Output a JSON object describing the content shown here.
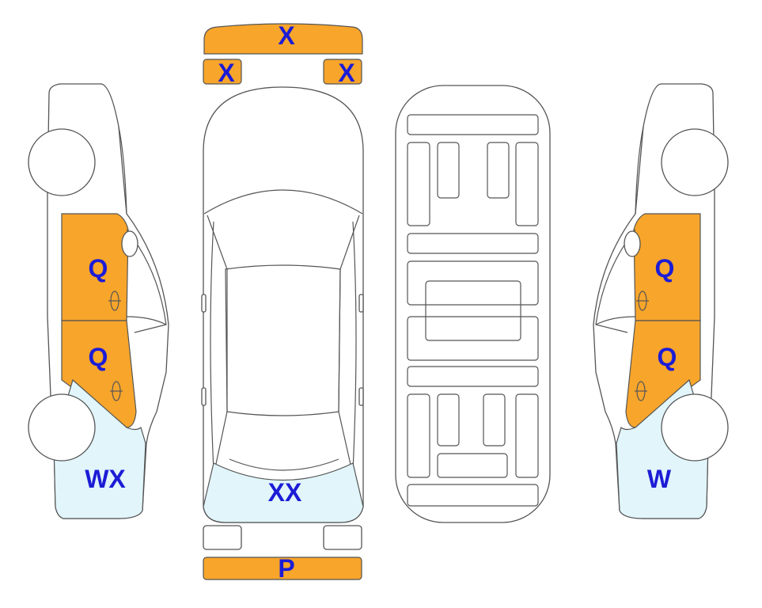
{
  "diagram": {
    "colors": {
      "damage_orange": "#F7A52B",
      "damage_light_blue": "#E1F5FA",
      "code_text": "#1C1CD6",
      "outline": "#555555"
    },
    "top_view": {
      "rear_bumper_code": "X",
      "rear_left_light_code": "X",
      "rear_right_light_code": "X",
      "windshield_code": "XX",
      "front_bumper_code": "P"
    },
    "left_side": {
      "rear_door_code": "Q",
      "front_door_code": "Q",
      "front_fender_code": "WX"
    },
    "right_side": {
      "rear_door_code": "Q",
      "front_door_code": "Q",
      "front_fender_code": "W"
    }
  }
}
